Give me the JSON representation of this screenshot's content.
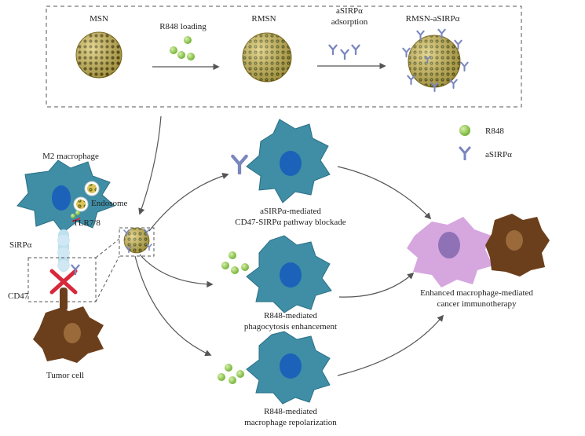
{
  "colors": {
    "nanoparticle": "#d9c55a",
    "nanoparticle_dark": "#7e6b1c",
    "macrophage": "#3f8ea6",
    "macrophage_dark": "#2a6f86",
    "nucleus": "#1b62b8",
    "tumor_cell": "#6b3f1c",
    "tumor_nucleus": "#9a6a3a",
    "enhanced_macrophage": "#d6a6df",
    "enhanced_nucleus": "#8f72b6",
    "r848": "#8ac545",
    "antibody": "#7a86be",
    "blockade_x": "#d8283b",
    "receptor": "#bfe0ee",
    "arrow": "#555555",
    "box_border": "#555555"
  },
  "top_box": {
    "msn": "MSN",
    "r848_loading": "R848 loading",
    "rmsn": "RMSN",
    "asirpa_line1": "aSIRPα",
    "asirpa_line2": "adsorption",
    "rmsn_asirpa": "RMSN-aSIRPα"
  },
  "legend": {
    "r848": "R848",
    "asirpa": "aSIRPα"
  },
  "left": {
    "m2_macrophage": "M2 macrophage",
    "endosome": "Endosome",
    "tlr": "TLR7/8",
    "sirpa": "SiRPα",
    "cd47": "CD47",
    "tumor_cell": "Tumor cell"
  },
  "pathways": [
    {
      "line1": "aSIRPα-mediated",
      "line2": "CD47-SIRPα pathway blockade"
    },
    {
      "line1": "R848-mediated",
      "line2": "phagocytosis enhancement"
    },
    {
      "line1": "R848-mediated",
      "line2": "macrophage repolarization"
    }
  ],
  "outcome": {
    "line1": "Enhanced macrophage-mediated",
    "line2": "cancer immunotherapy"
  }
}
